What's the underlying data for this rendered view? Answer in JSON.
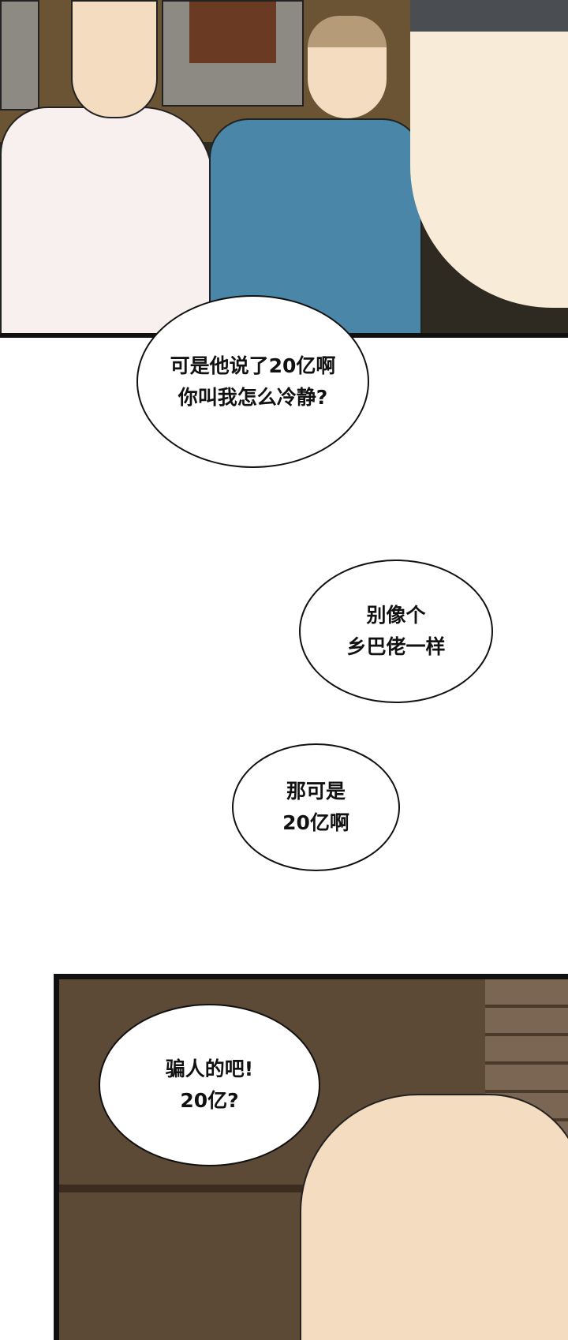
{
  "panels": [
    {
      "name": "bar-scene-three-characters"
    },
    {
      "name": "man-close-up"
    }
  ],
  "bubbles": [
    {
      "lines": [
        "可是他说了20亿啊",
        "你叫我怎么冷静?"
      ]
    },
    {
      "lines": [
        "别像个",
        "乡巴佬一样"
      ]
    },
    {
      "lines": [
        "那可是",
        "20亿啊"
      ]
    },
    {
      "lines": [
        "骗人的吧!",
        "20亿?"
      ]
    }
  ],
  "colors": {
    "panel_border": "#111111",
    "jacket": "#4a86a8",
    "wall": "#5c4a36"
  }
}
